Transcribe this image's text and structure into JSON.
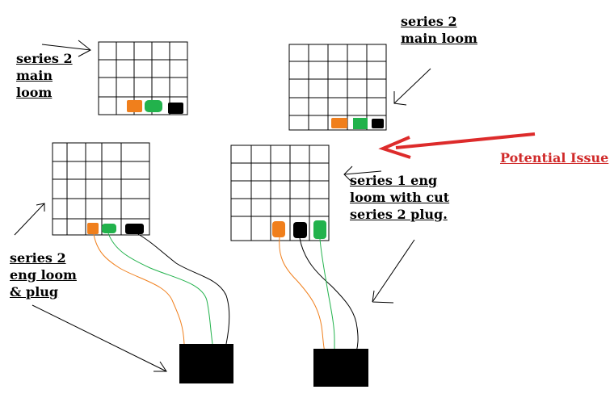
{
  "labels": {
    "top_left": [
      "series 2",
      "main",
      "loom"
    ],
    "top_right": [
      "series 2",
      "main loom"
    ],
    "bottom_left": [
      "series 2",
      "eng loom",
      "& plug"
    ],
    "bottom_right": [
      "series 1 eng",
      "loom with cut",
      "series 2 plug."
    ],
    "issue": "Potential Issue"
  },
  "colors": {
    "issue_red": "#d02a2a",
    "arrow_red": "#dd2b2b",
    "orange_wire": "#f07f1c",
    "green_wire": "#22b24c",
    "black_wire": "#000000",
    "plug": "#000000"
  }
}
